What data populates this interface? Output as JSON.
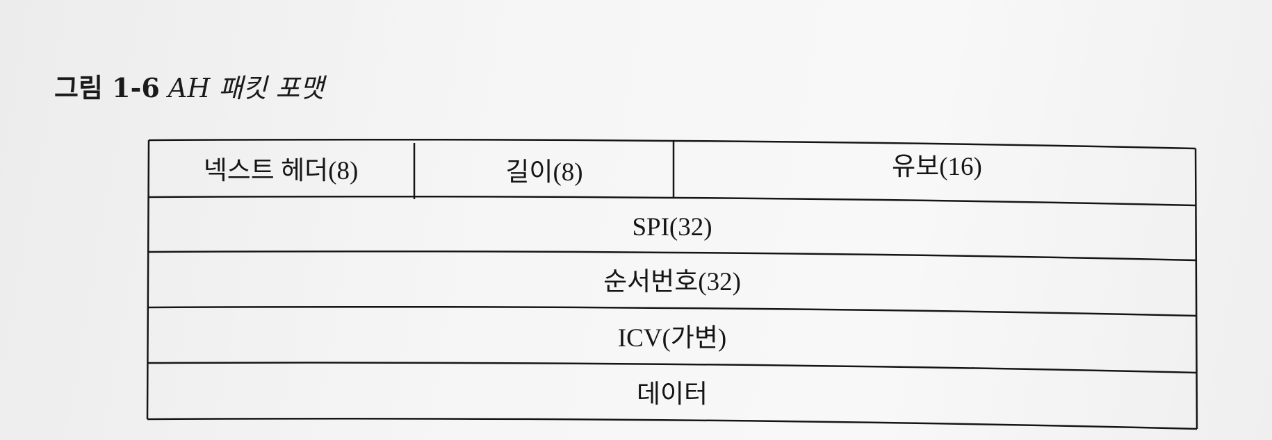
{
  "caption": {
    "number": "그림 1-6",
    "title": "AH 패킷 포맷"
  },
  "packet": {
    "header_row": [
      {
        "label": "넥스트 헤더(8)"
      },
      {
        "label": "길이(8)"
      },
      {
        "label": "유보(16)"
      }
    ],
    "rows": [
      {
        "label": "SPI(32)"
      },
      {
        "label": "순서번호(32)"
      },
      {
        "label": "ICV(가변)"
      },
      {
        "label": "데이터"
      }
    ]
  },
  "colors": {
    "ink": "#151515",
    "paper": "#f6f6f6"
  }
}
